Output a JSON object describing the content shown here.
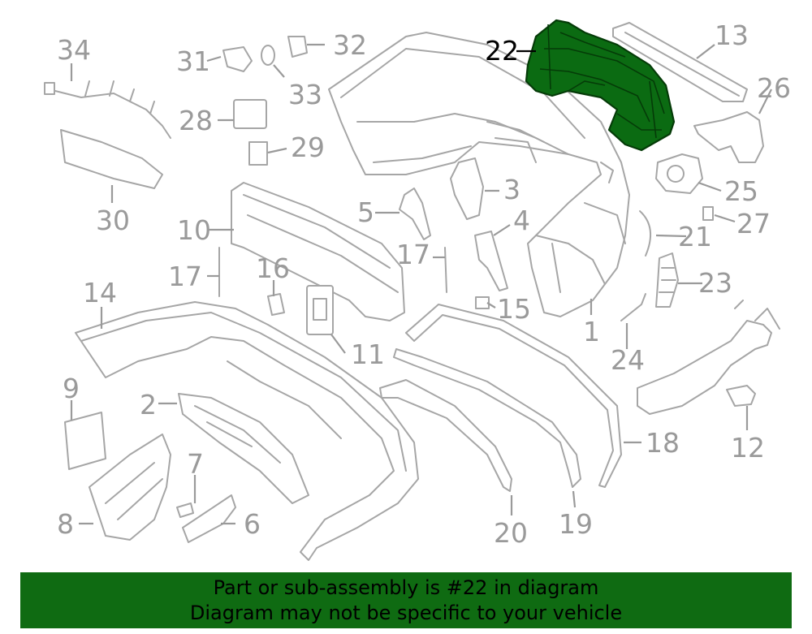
{
  "highlighted_part": "22",
  "colors": {
    "highlight": "#0b6b12",
    "banner": "#0f6b12",
    "parts": "#a6a6a6",
    "labels": "#9a9a9a"
  },
  "labels": [
    "1",
    "2",
    "3",
    "4",
    "5",
    "6",
    "7",
    "8",
    "9",
    "10",
    "11",
    "12",
    "13",
    "14",
    "15",
    "16",
    "17",
    "17",
    "18",
    "19",
    "20",
    "21",
    "22",
    "23",
    "24",
    "25",
    "26",
    "27",
    "28",
    "29",
    "30",
    "31",
    "32",
    "33",
    "34"
  ],
  "banner": {
    "line1": "Part or sub-assembly is #22 in diagram",
    "line2": "Diagram may not be specific to your vehicle"
  }
}
